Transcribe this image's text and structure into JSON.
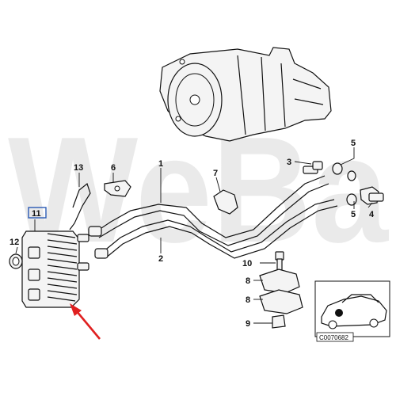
{
  "watermark": "WeBa",
  "callouts": {
    "c1": "1",
    "c2": "2",
    "c3": "3",
    "c4": "4",
    "c5a": "5",
    "c5b": "5",
    "c6": "6",
    "c7": "7",
    "c8a": "8",
    "c8b": "8",
    "c9": "9",
    "c10": "10",
    "c11": "11",
    "c12": "12",
    "c13": "13"
  },
  "inset_code": "C0070682",
  "colors": {
    "arrow": "#e02020",
    "ink": "#111111",
    "highlight_box": "#2a5ab4",
    "watermark": "#d9d9d9"
  }
}
